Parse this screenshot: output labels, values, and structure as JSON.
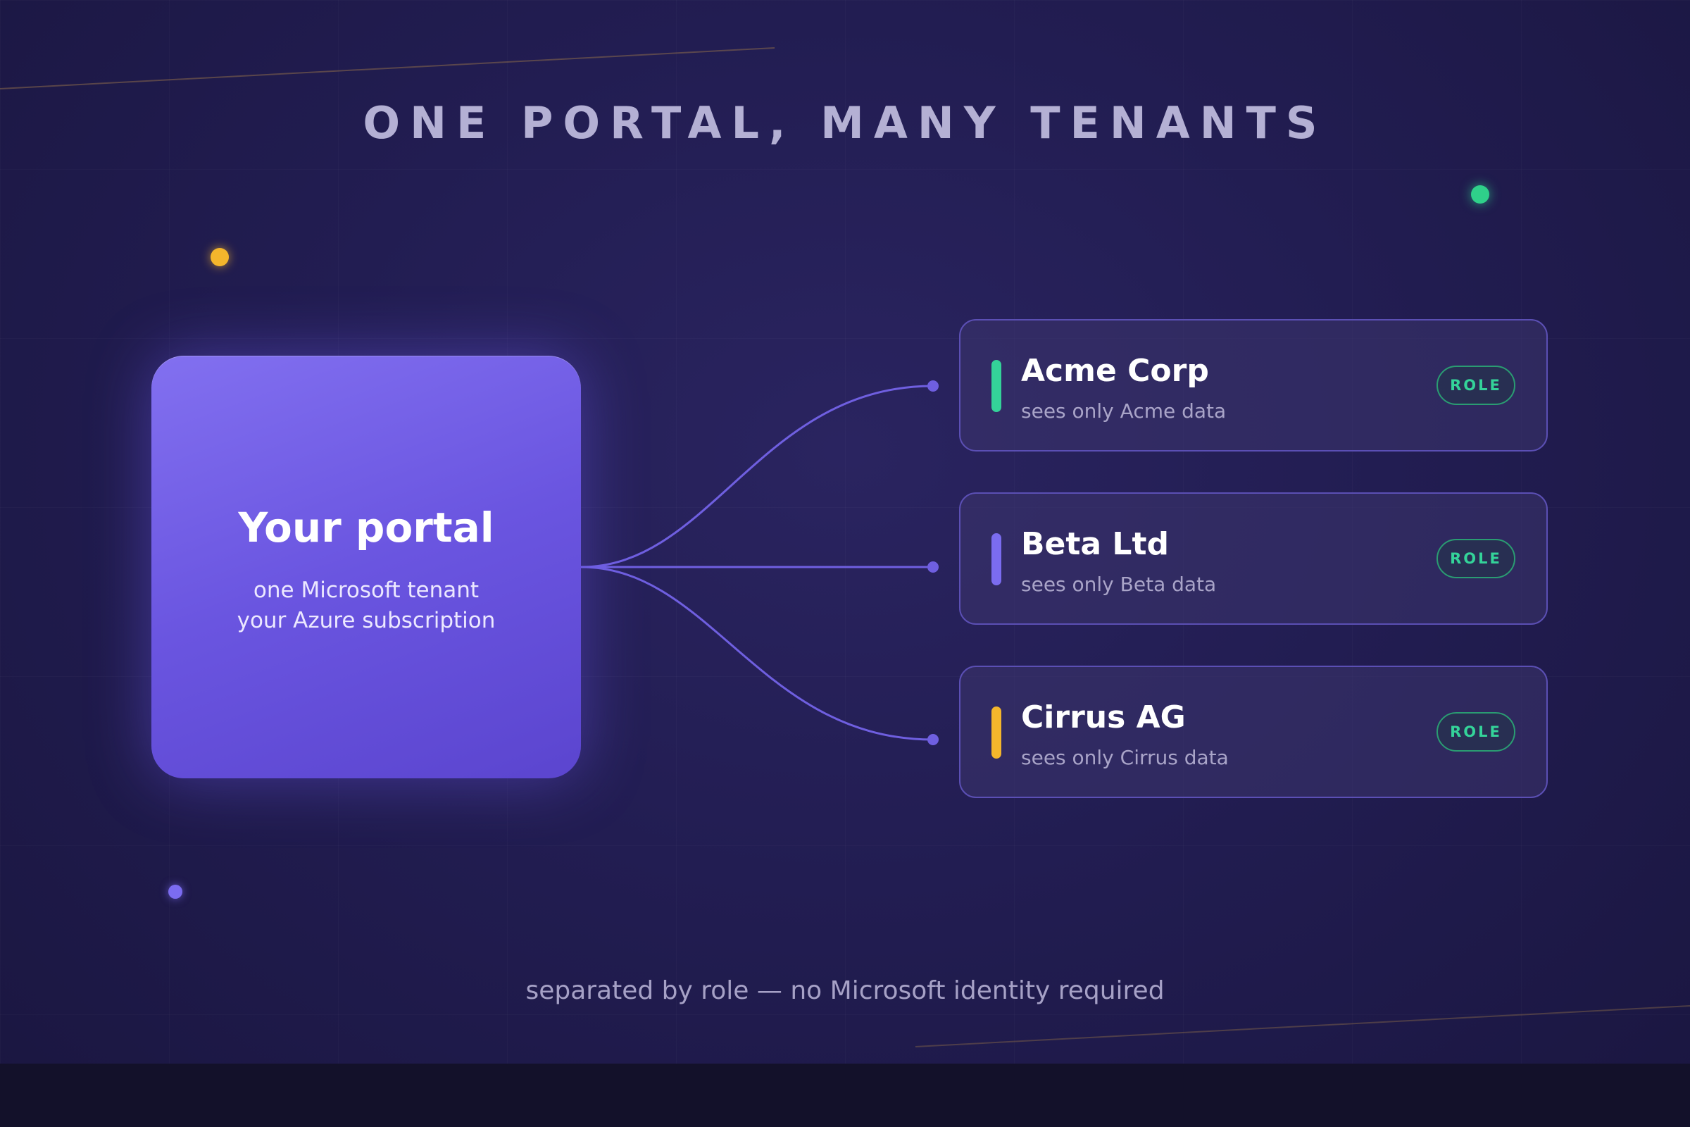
{
  "title": "ONE PORTAL, MANY TENANTS",
  "portal": {
    "title": "Your portal",
    "line1": "one Microsoft tenant",
    "line2": "your Azure subscription"
  },
  "tenants": [
    {
      "name": "Acme Corp",
      "subtitle": "sees only Acme data",
      "badge": "ROLE",
      "accent_color": "#34d399"
    },
    {
      "name": "Beta Ltd",
      "subtitle": "sees only Beta data",
      "badge": "ROLE",
      "accent_color": "#7b6cf0"
    },
    {
      "name": "Cirrus AG",
      "subtitle": "sees only Cirrus data",
      "badge": "ROLE",
      "accent_color": "#f4b62c"
    }
  ],
  "footer": "separated by role — no Microsoft identity required",
  "colors": {
    "connector": "#6f5fe0",
    "badge_text": "#34d399",
    "decor_yellow": "#f4b62c",
    "decor_green": "#2fd08a",
    "decor_purple": "#7b6cf0"
  }
}
